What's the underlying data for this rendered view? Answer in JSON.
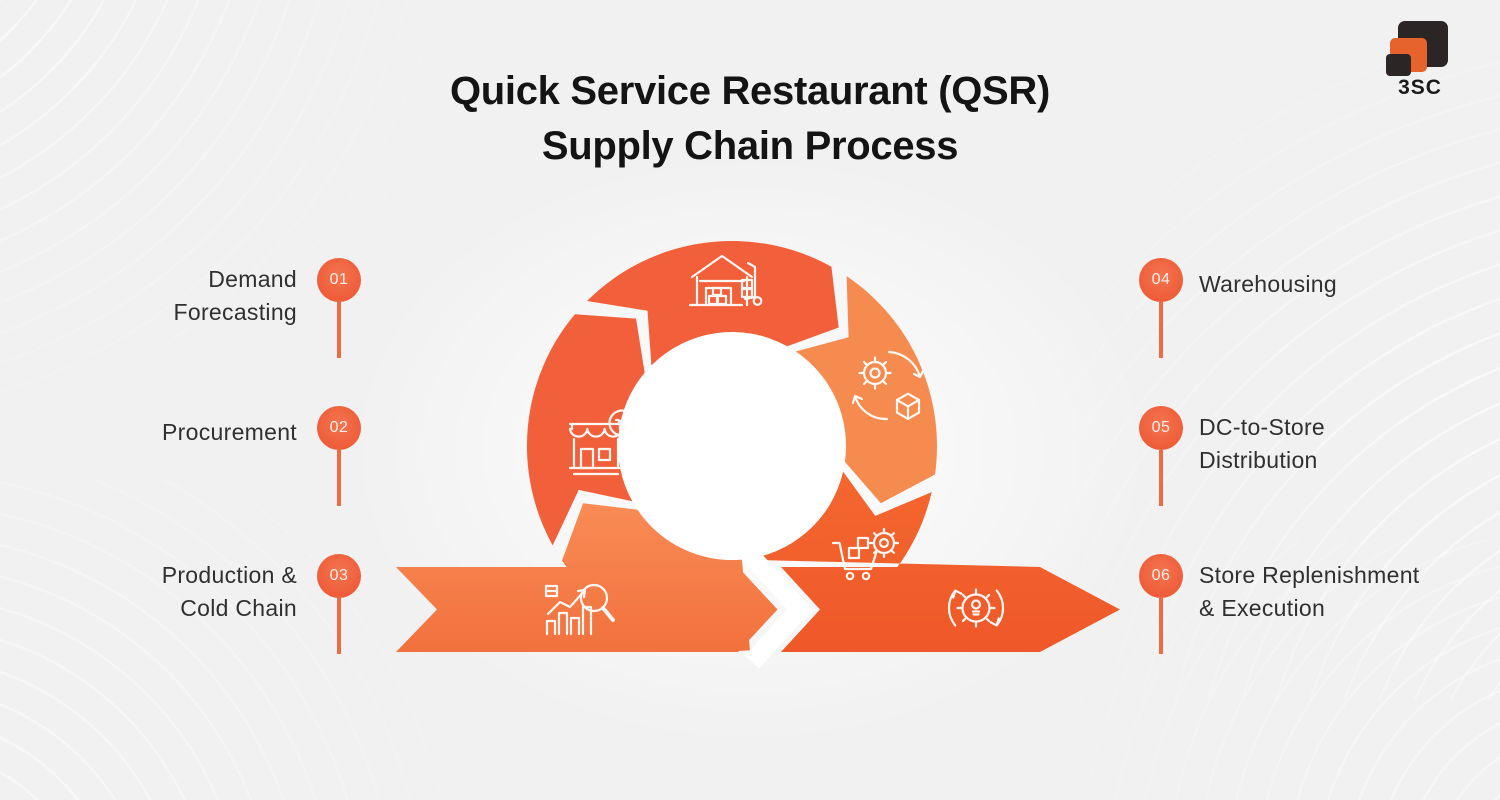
{
  "title": {
    "line1": "Quick Service Restaurant (QSR)",
    "line2": "Supply Chain Process"
  },
  "logo": {
    "brand": "3SC"
  },
  "steps_left": [
    {
      "number": "01",
      "label": "Demand Forecasting",
      "label_lines": [
        "Demand",
        "Forecasting"
      ]
    },
    {
      "number": "02",
      "label": "Procurement",
      "label_lines": [
        "Procurement"
      ]
    },
    {
      "number": "03",
      "label": "Production & Cold Chain",
      "label_lines": [
        "Production &",
        "Cold Chain"
      ]
    }
  ],
  "steps_right": [
    {
      "number": "04",
      "label": "Warehousing",
      "label_lines": [
        "Warehousing"
      ]
    },
    {
      "number": "05",
      "label": "DC-to-Store Distribution",
      "label_lines": [
        "DC-to-Store",
        "Distribution"
      ]
    },
    {
      "number": "06",
      "label": "Store Replenishment & Execution",
      "label_lines": [
        "Store Replenishment",
        "& Execution"
      ]
    }
  ],
  "diagram": {
    "type": "cycle",
    "direction": "clockwise",
    "icons": [
      "bar-chart-magnifier-icon",
      "storefront-cart-icon",
      "warehouse-handtruck-icon",
      "gear-package-arrows-icon",
      "cart-boxes-gear-icon",
      "gear-bulb-arrows-icon"
    ],
    "colors": {
      "segment_dark": "#F1603A",
      "segment_light": "#F68B4F",
      "band_left": "#F8834C",
      "band_right": "#F2602D",
      "marker": "#F0603C",
      "title_text": "#141414",
      "label_text": "#303030",
      "background": "#F1F1F2",
      "logo_black": "#2B2526",
      "logo_orange": "#E7632E"
    }
  }
}
